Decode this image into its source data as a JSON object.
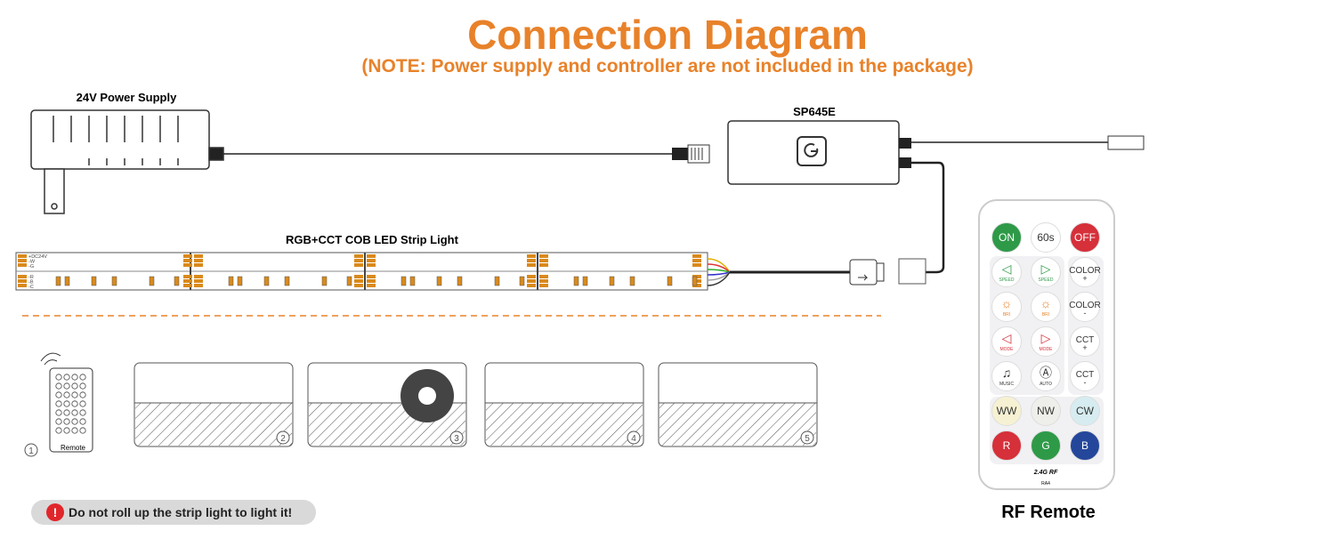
{
  "title": "Connection Diagram",
  "note": "(NOTE: Power supply and controller are not included in the package)",
  "power_supply_label": "24V Power Supply",
  "controller_label": "SP645E",
  "strip_label": "RGB+CCT COB LED Strip Light",
  "strip_pad_labels": [
    "+DC24V",
    "-W",
    "-G",
    "-R",
    "-B",
    "-C"
  ],
  "steps": [
    {
      "number": "1",
      "caption": "Remote"
    },
    {
      "number": "2"
    },
    {
      "number": "3"
    },
    {
      "number": "4"
    },
    {
      "number": "5"
    }
  ],
  "warning": "Do not roll up the strip light to light it!",
  "remote": {
    "label": "RF Remote",
    "brand_text": "2.4G RF",
    "model": "RA4",
    "buttons": [
      {
        "label": "ON",
        "sub": "",
        "fill": "#2E9A48",
        "text": "#ffffff"
      },
      {
        "label": "60s",
        "sub": "",
        "fill": "#ffffff",
        "text": "#333333",
        "icon": "timer-icon"
      },
      {
        "label": "OFF",
        "sub": "",
        "fill": "#D6303A",
        "text": "#ffffff"
      },
      {
        "label": "◁",
        "sub": "SPEED",
        "fill": "#ffffff",
        "text": "#2E9A48"
      },
      {
        "label": "▷",
        "sub": "SPEED",
        "fill": "#ffffff",
        "text": "#2E9A48"
      },
      {
        "label": "COLOR",
        "sub": "+",
        "fill": "#ffffff",
        "text": "#333333"
      },
      {
        "label": "☼",
        "sub": "BRI",
        "fill": "#ffffff",
        "text": "#E8822A"
      },
      {
        "label": "☼",
        "sub": "BRI",
        "fill": "#ffffff",
        "text": "#E8822A"
      },
      {
        "label": "COLOR",
        "sub": "-",
        "fill": "#ffffff",
        "text": "#333333"
      },
      {
        "label": "◁",
        "sub": "MODE",
        "fill": "#ffffff",
        "text": "#D6303A"
      },
      {
        "label": "▷",
        "sub": "MODE",
        "fill": "#ffffff",
        "text": "#D6303A"
      },
      {
        "label": "CCT",
        "sub": "+",
        "fill": "#ffffff",
        "text": "#333333"
      },
      {
        "label": "♫",
        "sub": "MUSIC",
        "fill": "#ffffff",
        "text": "#333333"
      },
      {
        "label": "Ⓐ",
        "sub": "AUTO",
        "fill": "#ffffff",
        "text": "#333333"
      },
      {
        "label": "CCT",
        "sub": "-",
        "fill": "#ffffff",
        "text": "#333333"
      },
      {
        "label": "WW",
        "sub": "",
        "fill": "#F6F1D2",
        "text": "#333333"
      },
      {
        "label": "NW",
        "sub": "",
        "fill": "#EEEEEA",
        "text": "#333333"
      },
      {
        "label": "CW",
        "sub": "",
        "fill": "#D6ECF0",
        "text": "#333333"
      },
      {
        "label": "R",
        "sub": "",
        "fill": "#D6303A",
        "text": "#ffffff"
      },
      {
        "label": "G",
        "sub": "",
        "fill": "#2E9A48",
        "text": "#ffffff"
      },
      {
        "label": "B",
        "sub": "",
        "fill": "#25479B",
        "text": "#ffffff"
      }
    ]
  },
  "colors": {
    "accent": "#E8822A",
    "warning_red": "#E0262B",
    "pill": "#D9D9D9"
  }
}
